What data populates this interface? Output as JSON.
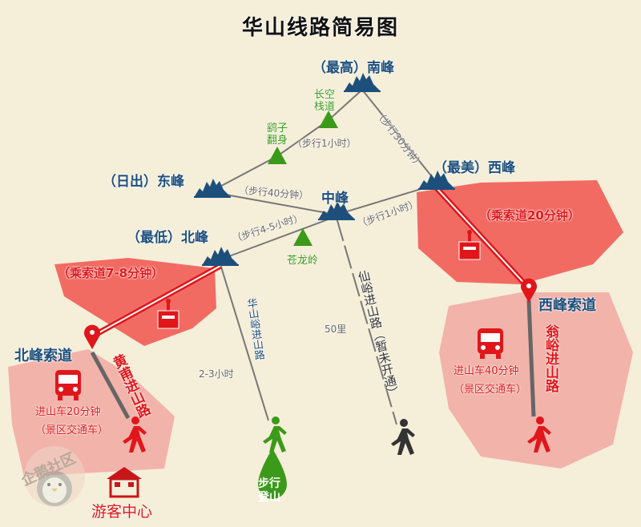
{
  "title": "华山线路简易图",
  "peaks": {
    "south": "（最高）南峰",
    "east": "（日出）东峰",
    "middle": "中峰",
    "west": "（最美）西峰",
    "north": "（最低）北峰"
  },
  "spots": {
    "changkong": "长空\n栈道",
    "yaozi": "鹞子\n翻身",
    "canglong": "苍龙岭"
  },
  "routes": {
    "yaozi_changkong": "（步行1小时）",
    "east_middle": "（步行40分钟）",
    "south_west": "（步行30分钟）",
    "middle_west": "（步行1小时）",
    "north_middle": "（步行4-5小时）",
    "huashanyu": "华山峪进山路",
    "huashanyu_time": "2-3小时",
    "xianyu": "仙峪进山路（暂未开通）",
    "xianyu_dist": "50里",
    "huangfu": "黄甫进山路",
    "wengyu": "翁峪进山路"
  },
  "cableways": {
    "north_time": "（乘索道7-8分钟）",
    "north_name": "北峰索道",
    "west_time": "（乘索道20分钟）",
    "west_name": "西峰索道"
  },
  "buses": {
    "north_time": "进山车20分钟",
    "north_note": "（景区交通车）",
    "west_time": "进山车40分钟",
    "west_note": "（景区交通车）"
  },
  "visitor_center": "游客中心",
  "hike_start": "步行\n登山",
  "watermark": "企鹅社区",
  "colors": {
    "peak": "#1d4f7c",
    "red": "#e0161b",
    "blob": "#f26b63",
    "pink": "#f2b3aa",
    "green": "#3c9a1a"
  }
}
